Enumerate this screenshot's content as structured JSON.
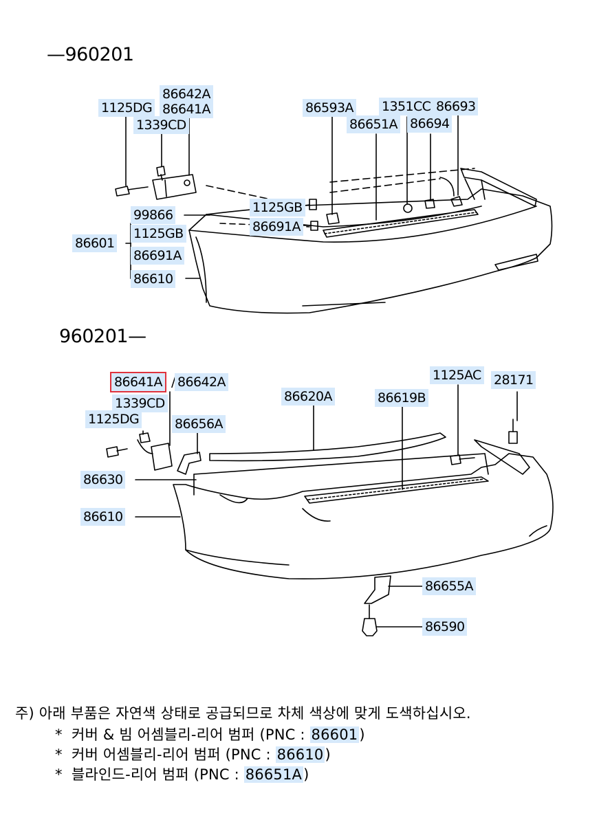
{
  "sections": {
    "before": "—960201",
    "after": "960201—"
  },
  "top_labels": {
    "p1125DG": "1125DG",
    "p86642A": "86642A",
    "p86641A": "86641A",
    "p1339CD": "1339CD",
    "p86593A": "86593A",
    "p1351CC": "1351CC",
    "p86693": "86693",
    "p86651A": "86651A",
    "p86694": "86694",
    "p1125GB": "1125GB",
    "p86691A": "86691A",
    "p99866": "99866",
    "p1125GB_b": "1125GB",
    "p86601": "86601",
    "p86691A_b": "86691A",
    "p86610": "86610"
  },
  "bottom_labels": {
    "p86641A": "86641A",
    "slash": "/",
    "p86642A": "86642A",
    "p1339CD": "1339CD",
    "p1125DG": "1125DG",
    "p86656A": "86656A",
    "p86620A": "86620A",
    "p86619B": "86619B",
    "p1125AC": "1125AC",
    "p28171": "28171",
    "p86630": "86630",
    "p86610": "86610",
    "p86655A": "86655A",
    "p86590": "86590"
  },
  "notes": {
    "main": "주) 아래 부품은 자연색 상태로 공급되므로 차체 색상에 맞게 도색하십시오.",
    "items": [
      {
        "bullet": "*",
        "text": "커버 & 빔 어셈블리-리어 범퍼 (PNC : ",
        "pnc": "86601",
        "close": ")"
      },
      {
        "bullet": "*",
        "text": "커버 어셈블리-리어 범퍼 (PNC : ",
        "pnc": "86610",
        "close": ")"
      },
      {
        "bullet": "*",
        "text": "블라인드-리어 범퍼 (PNC : ",
        "pnc": "86651A",
        "close": ")"
      }
    ]
  },
  "colors": {
    "label_bg": "#d6e9fb",
    "selected_outline": "#e0323c"
  }
}
